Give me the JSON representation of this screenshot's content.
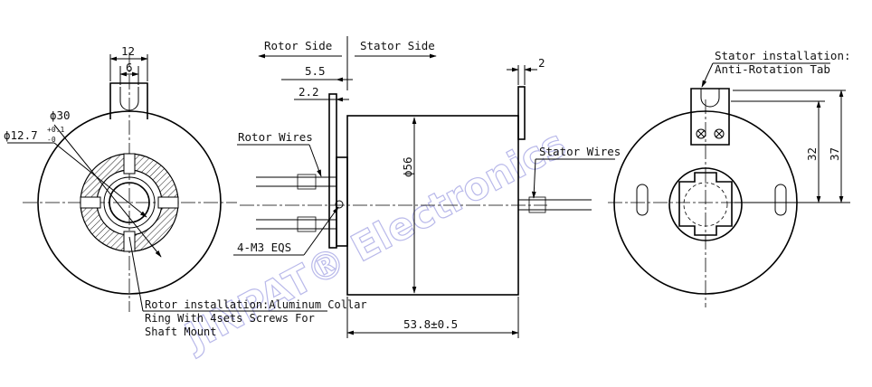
{
  "watermark": "JINPAT® Electronics",
  "labels": {
    "rotor_side": "Rotor Side",
    "stator_side": "Stator Side",
    "dim_12": "12",
    "dim_6": "6",
    "dim_phi30": "ϕ30",
    "dim_phi12_7": "ϕ12.7",
    "tol_plus": "+0.1",
    "tol_zero": "-0",
    "dim_5_5": "5.5",
    "dim_2_2": "2.2",
    "dim_2": "2",
    "rotor_wires": "Rotor Wires",
    "stator_wires": "Stator Wires",
    "dim_phi56": "ϕ56",
    "m3_eqs": "4-M3 EQS",
    "dim_length": "53.8±0.5",
    "rotor_install_1": "Rotor installation:Aluminum Collar",
    "rotor_install_2": "Ring With 4sets Screws For",
    "rotor_install_3": "Shaft Mount",
    "stator_install_1": "Stator installation:",
    "stator_install_2": "Anti-Rotation Tab",
    "dim_32": "32",
    "dim_37": "37"
  }
}
